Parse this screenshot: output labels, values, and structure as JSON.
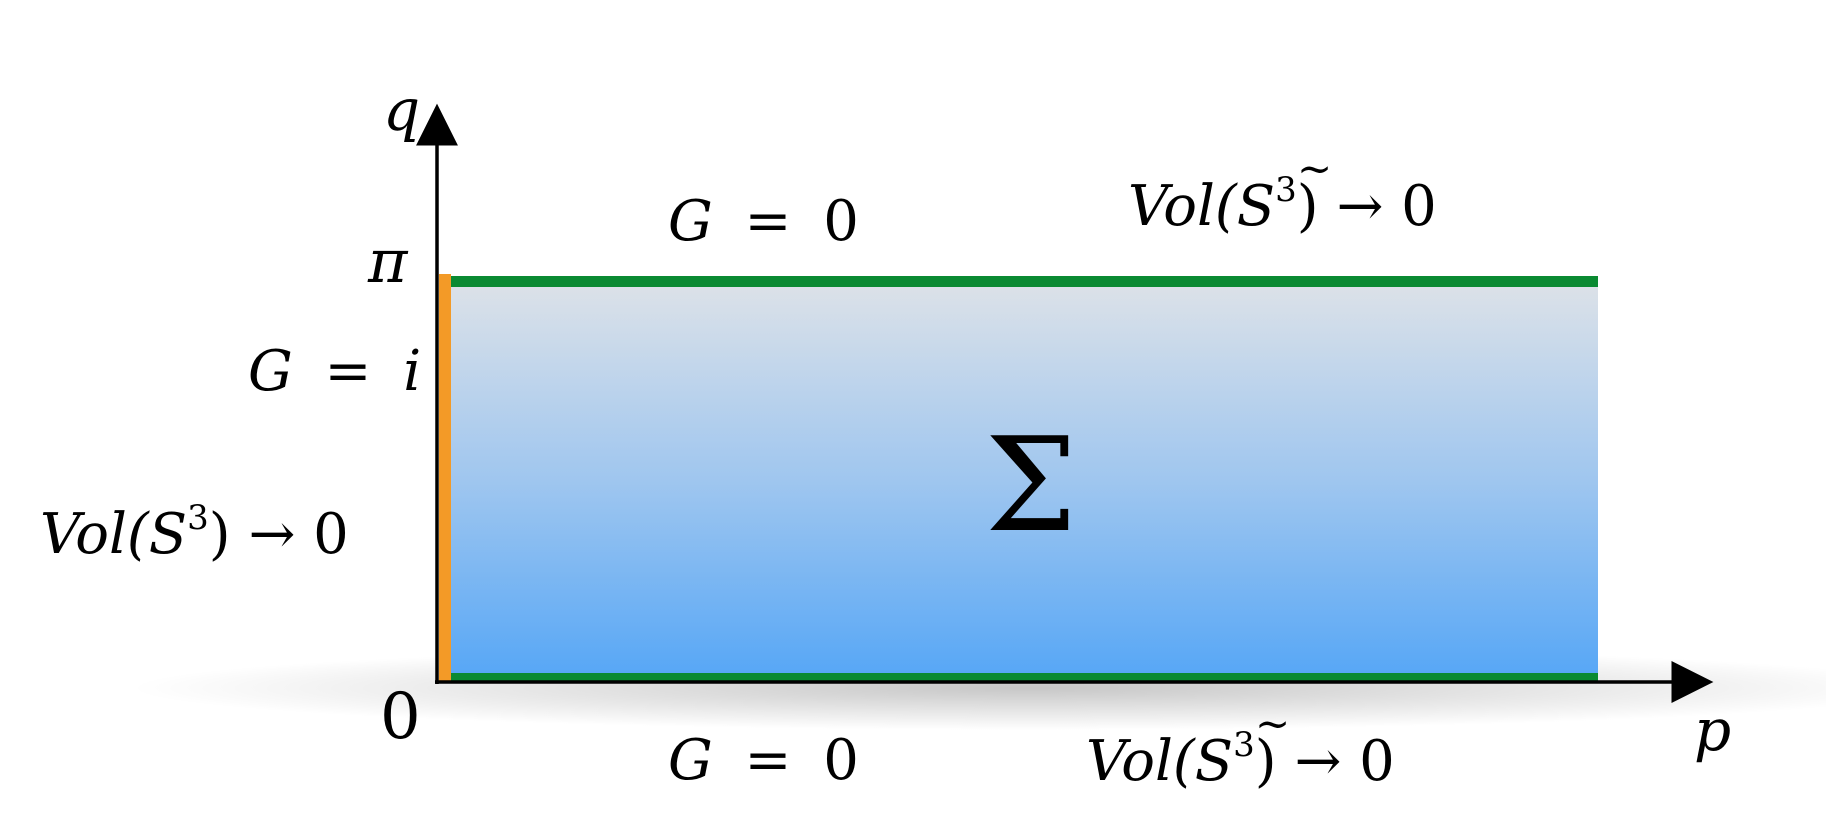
{
  "axes": {
    "x_label": "p",
    "y_label": "q",
    "y_tick_top": "π",
    "y_tick_origin": "0"
  },
  "region": {
    "symbol": "Σ",
    "gradient_top_color": "#dde2e8",
    "gradient_bottom_color": "#55a6f6"
  },
  "top_boundary": {
    "color": "#0a8a32",
    "g_label": {
      "lhs": "G",
      "eq": "=",
      "rhs": "0"
    },
    "vol_label": {
      "prefix": "Vol(",
      "base": "S",
      "tilde": "~",
      "exp": "3",
      "suffix": ") → 0"
    }
  },
  "bottom_boundary": {
    "color": "#0a8a32",
    "g_label": {
      "lhs": "G",
      "eq": "=",
      "rhs": "0"
    },
    "vol_label": {
      "prefix": "Vol(",
      "base": "S",
      "tilde": "~",
      "exp": "3",
      "suffix": ") → 0"
    }
  },
  "left_boundary": {
    "color": "#f39a27",
    "g_label": {
      "lhs": "G",
      "eq": "=",
      "rhs": "i"
    },
    "vol_label": {
      "prefix": "Vol(",
      "base": "S",
      "exp": "3",
      "suffix": ") → 0"
    }
  }
}
